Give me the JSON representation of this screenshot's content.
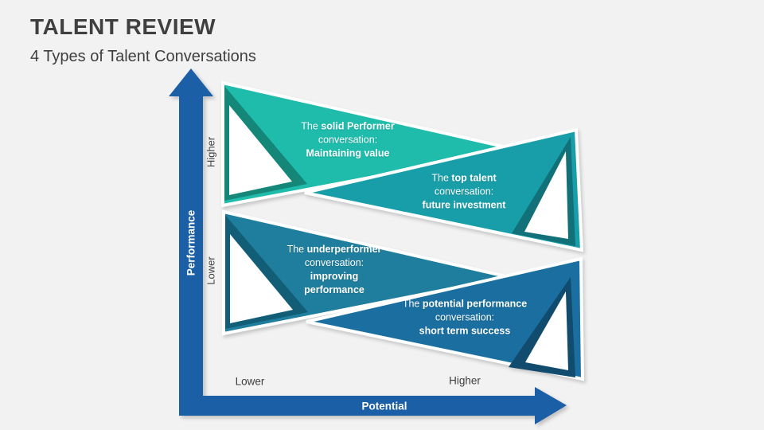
{
  "slide": {
    "title": "TALENT REVIEW",
    "subtitle": "4 Types of Talent Conversations"
  },
  "axes": {
    "y_label": "Performance",
    "y_high": "Higher",
    "y_low": "Lower",
    "x_label": "Potential",
    "x_low": "Lower",
    "x_high": "Higher"
  },
  "quadrants": [
    {
      "id": "solid-performer",
      "lead": "The",
      "subject": "solid Performer",
      "mid": "conversation:",
      "emphasis": "Maintaining  value"
    },
    {
      "id": "top-talent",
      "lead": "The",
      "subject": "top talent",
      "mid": "conversation:",
      "emphasis": "future investment"
    },
    {
      "id": "underperformer",
      "lead": "The",
      "subject": "underperformer",
      "mid": "conversation:",
      "emphasis": "improving",
      "emphasis2": "performance"
    },
    {
      "id": "potential-performance",
      "lead": "The",
      "subject": "potential performance",
      "mid": "conversation:",
      "emphasis": "short term success"
    }
  ],
  "colors": {
    "background": "#F2F2F2",
    "axis": "#1B5FA6",
    "text_dark": "#3F3F3F",
    "text_light": "#FFFFFF",
    "q1_fill": "#1FBCAC",
    "q1_dark": "#148778",
    "q2_fill": "#189EA8",
    "q2_dark": "#127079",
    "q3_fill": "#1F7E9E",
    "q3_dark": "#135E77",
    "q4_fill": "#1A6FA0",
    "q4_dark": "#114B6E"
  }
}
